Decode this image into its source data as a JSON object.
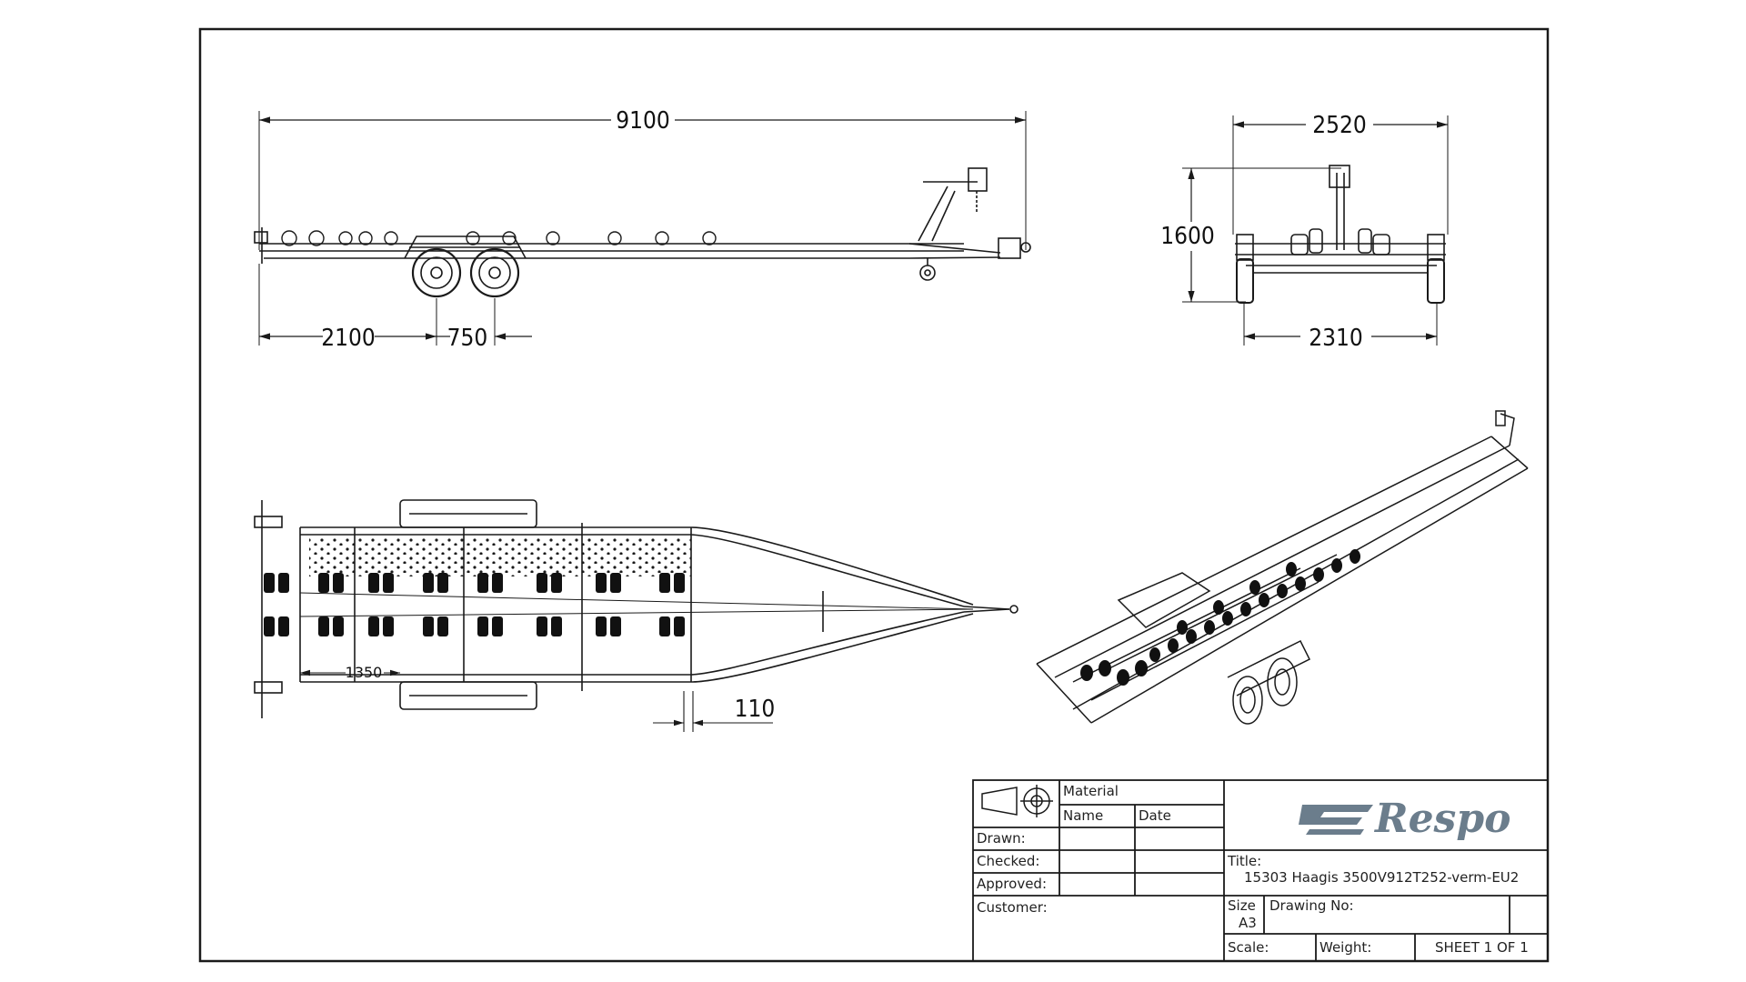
{
  "dimensions": {
    "overall_length": "9100",
    "overall_width": "2520",
    "height": "1600",
    "track_width": "2310",
    "front_to_axle": "2100",
    "axle_spacing": "750",
    "roller_pitch": "1350",
    "frame_offset": "110"
  },
  "title_block": {
    "material_label": "Material",
    "name_label": "Name",
    "date_label": "Date",
    "drawn_label": "Drawn:",
    "checked_label": "Checked:",
    "approved_label": "Approved:",
    "customer_label": "Customer:",
    "title_label": "Title:",
    "title_value": "15303 Haagis 3500V912T252-verm-EU2",
    "size_label": "Size",
    "size_value": "A3",
    "drawing_no_label": "Drawing No:",
    "scale_label": "Scale:",
    "weight_label": "Weight:",
    "sheet_label": "SHEET 1 OF 1",
    "logo_text": "Respo"
  },
  "colors": {
    "line": "#1a1a1a",
    "logo": "#6b7d8c",
    "background": "#ffffff"
  }
}
